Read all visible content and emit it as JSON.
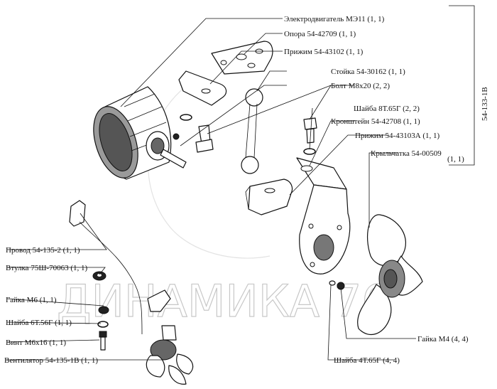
{
  "labels": {
    "motor": "Электродвигатель МЭ11 (1, 1)",
    "support": "Опора 54-42709 (1, 1)",
    "clamp1": "Прижим 54-43102 (1, 1)",
    "post": "Стойка 54-30162 (1, 1)",
    "bolt": "Болт М8х20 (2, 2)",
    "washer8": "Шайба 8Т.65Г (2, 2)",
    "bracket": "Кронштейн 54-42708 (1, 1)",
    "clamp2": "Прижим 54-43103А (1, 1)",
    "impeller": "Крыльчатка 54-00509",
    "impeller_qty": "(1, 1)",
    "wire": "Провод 54-135-2 (1, 1)",
    "bushing": "Втулка 75Ш-70063 (1, 1)",
    "nut6": "Гайка М6 (1, 1)",
    "washer6": "Шайба 6Т.56Г (1, 1)",
    "screw": "Винт М6х16 (1, 1)",
    "fan": "Вентилятор 54-135-1В (1, 1)",
    "nut4": "Гайка М4 (4, 4)",
    "washer4": "Шайба 4Т.65Г (4, 4)"
  },
  "assembly_code": "54-133-1В",
  "watermark": "ДИНАМИКА 76"
}
